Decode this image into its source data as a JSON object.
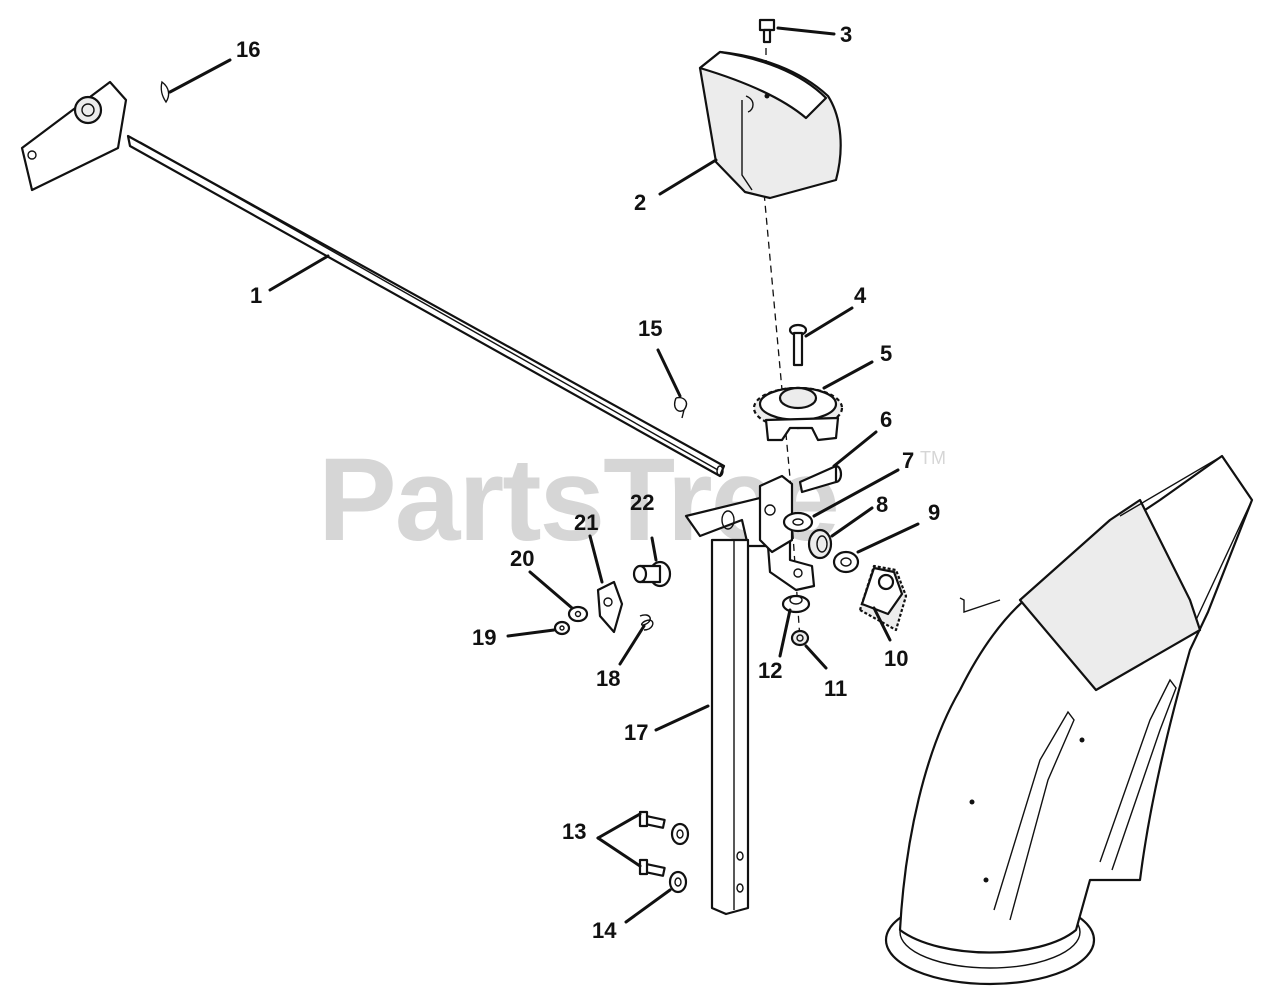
{
  "watermark": {
    "brand": "PartsTree",
    "trademark": "TM"
  },
  "callouts": [
    "1",
    "2",
    "3",
    "4",
    "5",
    "6",
    "7",
    "8",
    "9",
    "10",
    "11",
    "12",
    "13",
    "14",
    "15",
    "16",
    "17",
    "18",
    "19",
    "20",
    "21",
    "22"
  ]
}
